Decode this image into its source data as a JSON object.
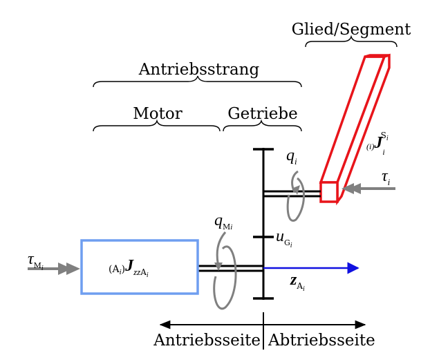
{
  "colors": {
    "axis": "#000000",
    "arrow_gray": "#808080",
    "motor_blue": "#6f9ef0",
    "segment_red": "#e8141a",
    "z_axis_blue": "#1010e0"
  },
  "braces": {
    "segment": "Glied/Segment",
    "drivetrain": "Antriebsstrang",
    "motor": "Motor",
    "gearbox": "Getriebe"
  },
  "symbols": {
    "segment_inertia": {
      "prefix": "(i)",
      "main": "J",
      "sub": "i",
      "sup": "S",
      "sup_sub": "i"
    },
    "joint_angle": {
      "main": "q",
      "sub": "i"
    },
    "joint_torque": {
      "main": "τ",
      "sub": "i"
    },
    "motor_angle": {
      "main": "q",
      "sub": "M",
      "sub2": "i"
    },
    "gear_ratio": {
      "main": "u",
      "sub": "G",
      "sub2": "i"
    },
    "motor_torque": {
      "main": "τ",
      "sub": "M",
      "sub2": "i"
    },
    "motor_inertia": {
      "prefix": "(A",
      "prefix_sub": "i",
      "prefix_end": ")",
      "main": "J",
      "sub": "zz",
      "sub2": "A",
      "sub3": "i"
    },
    "z_axis": {
      "main": "z",
      "sub": "A",
      "sub2": "i"
    }
  },
  "sides": {
    "drive": "Antriebsseite",
    "output": "Abtriebsseite"
  }
}
